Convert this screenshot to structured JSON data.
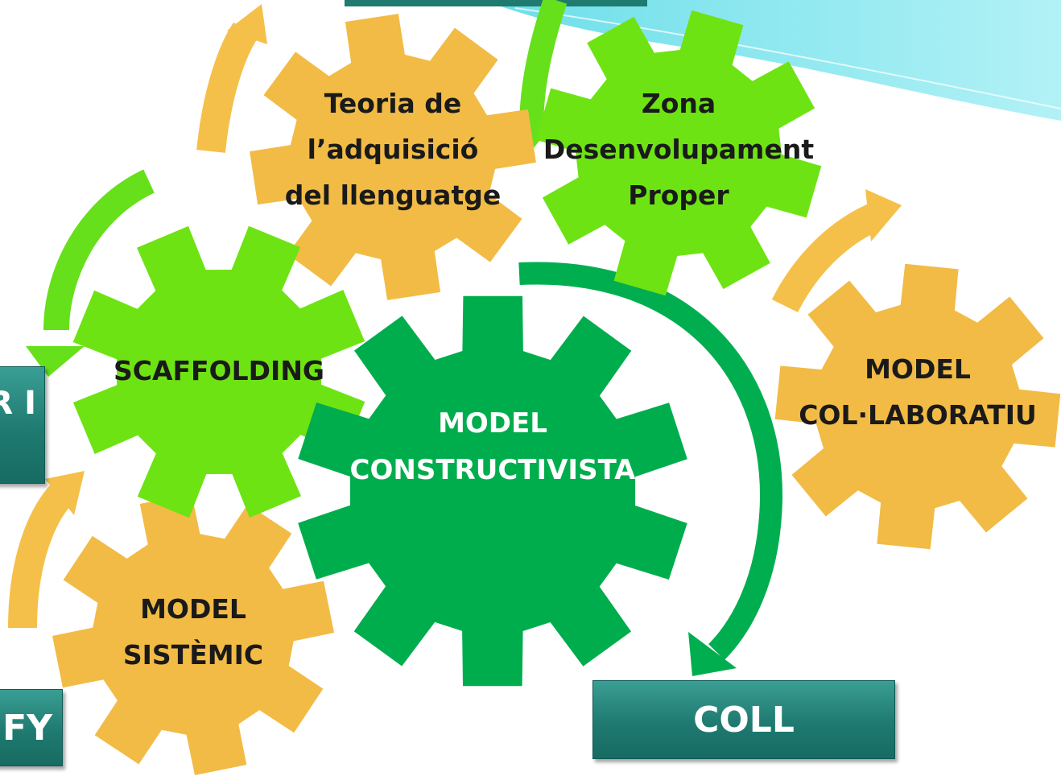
{
  "gears": {
    "teoria": [
      "Teoria de",
      "l’adquisició",
      "del llenguatge"
    ],
    "zona": [
      "Zona",
      "Desenvolupament",
      "Proper"
    ],
    "scaffolding": [
      "SCAFFOLDING"
    ],
    "constructivista": [
      "MODEL",
      "CONSTRUCTIVISTA"
    ],
    "collaboratiu": [
      "MODEL",
      "COL·LABORATIU"
    ],
    "sistemic": [
      "MODEL",
      "SISTÈMIC"
    ]
  },
  "boxes": {
    "left_partial": "R I",
    "bottom_left_partial": "FY",
    "coll": "COLL"
  },
  "colors": {
    "orange_gear": "#f2bb45",
    "light_green_gear": "#6ee313",
    "dark_green_gear": "#00ad4d",
    "orange_arrow": "#f5c04a",
    "green_arrow": "#66e01a",
    "dark_green_arrow": "#00ae50",
    "teal_box": "#1f7a70",
    "header_wave": "#6fe4ee"
  }
}
